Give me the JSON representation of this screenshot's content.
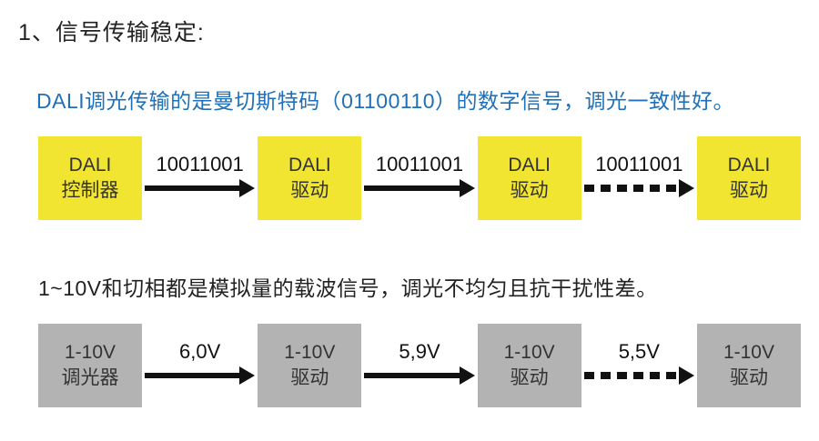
{
  "title": "1、信号传输稳定:",
  "colors": {
    "dali_box": "#f2e531",
    "analog_box": "#b3b3b3",
    "dali_text": "#1f70b8",
    "arrow": "#111111"
  },
  "dali_section": {
    "description": "DALI调光传输的是曼切斯特码（01100110）的数字信号，调光一致性好。",
    "nodes": [
      {
        "line1": "DALI",
        "line2": "控制器"
      },
      {
        "line1": "DALI",
        "line2": "驱动"
      },
      {
        "line1": "DALI",
        "line2": "驱动"
      },
      {
        "line1": "DALI",
        "line2": "驱动"
      }
    ],
    "arrows": [
      {
        "label": "10011001",
        "style": "solid"
      },
      {
        "label": "10011001",
        "style": "solid"
      },
      {
        "label": "10011001",
        "style": "dashed"
      }
    ]
  },
  "analog_section": {
    "description": "1~10V和切相都是模拟量的载波信号，调光不均匀且抗干扰性差。",
    "nodes": [
      {
        "line1": "1-10V",
        "line2": "调光器"
      },
      {
        "line1": "1-10V",
        "line2": "驱动"
      },
      {
        "line1": "1-10V",
        "line2": "驱动"
      },
      {
        "line1": "1-10V",
        "line2": "驱动"
      }
    ],
    "arrows": [
      {
        "label": "6,0V",
        "style": "solid"
      },
      {
        "label": "5,9V",
        "style": "solid"
      },
      {
        "label": "5,5V",
        "style": "dashed"
      }
    ]
  }
}
